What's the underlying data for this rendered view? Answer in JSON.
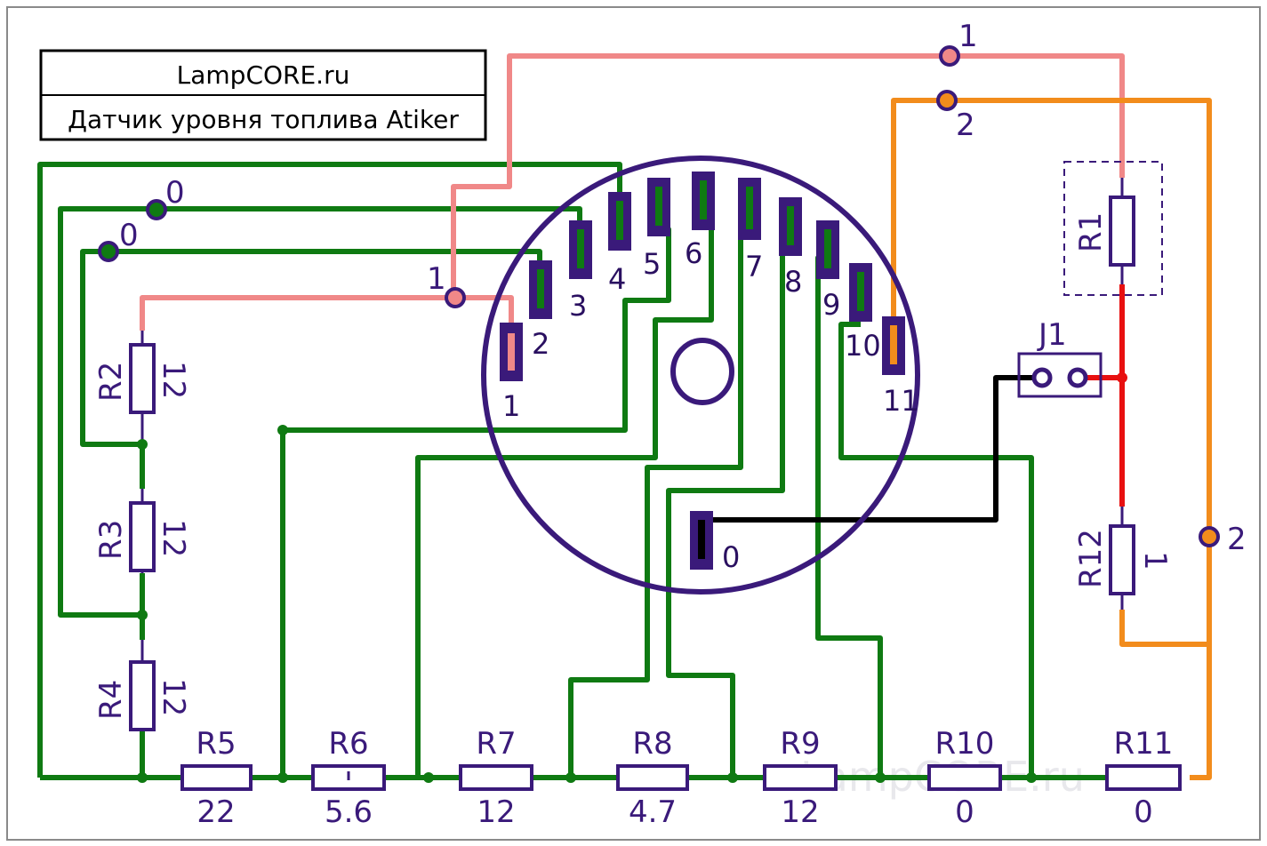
{
  "title": {
    "site": "LampCORE.ru",
    "subtitle": "Датчик уровня топлива Atiker"
  },
  "watermark": "LampCORE.ru",
  "colors": {
    "frame": "#8a8a8a",
    "green": "#0f7a12",
    "pink": "#f08888",
    "orange": "#f28c1c",
    "red": "#e81010",
    "black": "#000000",
    "purple": "#3a1a7a",
    "pad_fill": "#3a1a7a",
    "pad_inner_green": "#0f7a12"
  },
  "terminals": {
    "t1_top": "1",
    "t2_top": "2",
    "t2_right": "2",
    "t1_mid": "1",
    "t0_a": "0",
    "t0_b": "0"
  },
  "connector_pins": {
    "p1": "1",
    "p2": "2",
    "p3": "3",
    "p4": "4",
    "p5": "5",
    "p6": "6",
    "p7": "7",
    "p8": "8",
    "p9": "9",
    "p10": "10",
    "p11": "11",
    "p0": "0"
  },
  "jumper": {
    "label": "J1"
  },
  "resistors": {
    "R1": {
      "name": "R1",
      "value": ""
    },
    "R2": {
      "name": "R2",
      "value": "12"
    },
    "R3": {
      "name": "R3",
      "value": "12"
    },
    "R4": {
      "name": "R4",
      "value": "12"
    },
    "R5": {
      "name": "R5",
      "value": "22"
    },
    "R6": {
      "name": "R6",
      "value": "5.6"
    },
    "R7": {
      "name": "R7",
      "value": "12"
    },
    "R8": {
      "name": "R8",
      "value": "4.7"
    },
    "R9": {
      "name": "R9",
      "value": "12"
    },
    "R10": {
      "name": "R10",
      "value": "0"
    },
    "R11": {
      "name": "R11",
      "value": "0"
    },
    "R12": {
      "name": "R12",
      "value": "1"
    }
  }
}
